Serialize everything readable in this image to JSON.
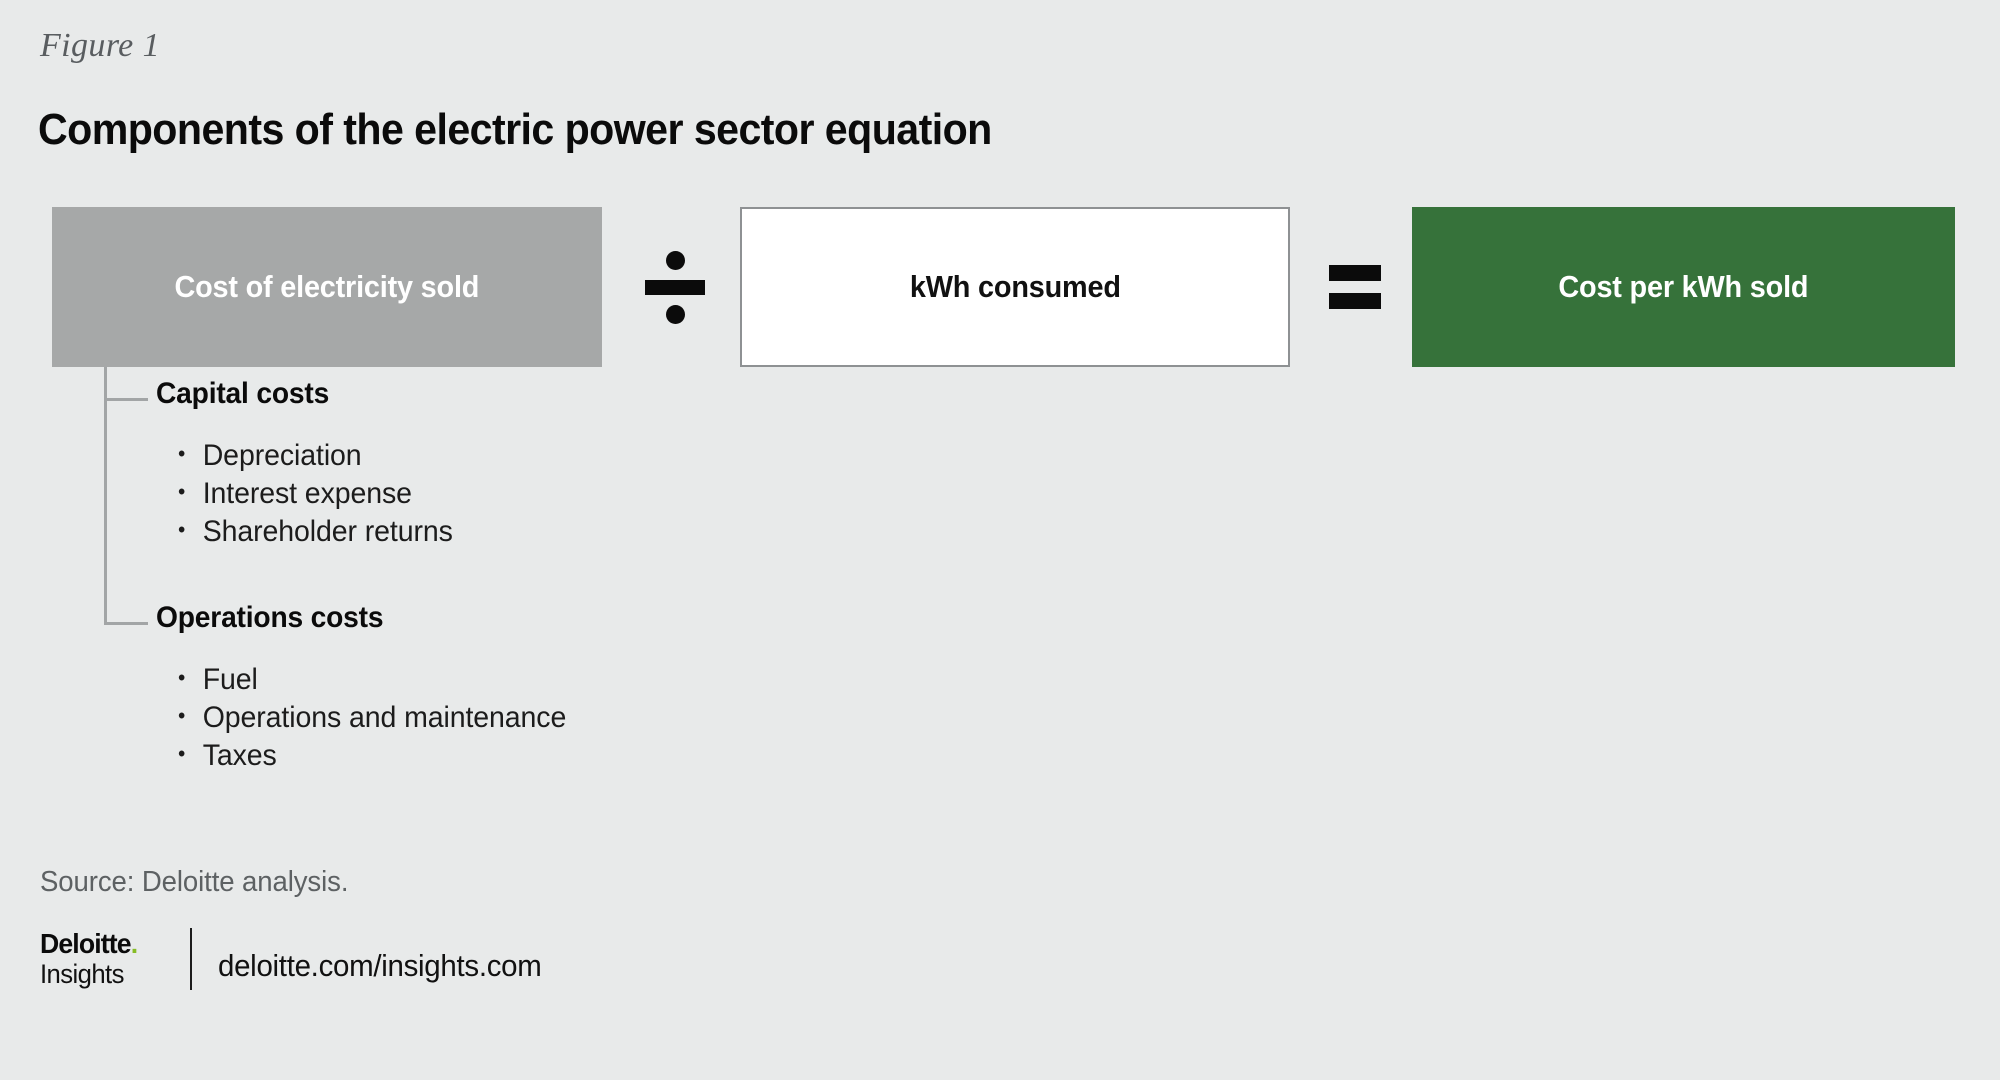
{
  "figure": {
    "label": "Figure 1",
    "title": "Components of the electric power sector equation"
  },
  "colors": {
    "background": "#e8eaea",
    "numerator_box": "#a6a8a8",
    "denominator_box": "#ffffff",
    "denominator_border": "#8e9193",
    "result_box": "#36723a",
    "bracket": "#a2a5a6",
    "brand_green": "#86bc25",
    "label_gray": "#595d60"
  },
  "equation": {
    "numerator": {
      "label": "Cost of electricity sold"
    },
    "operator_divide": {
      "icon": "divide-icon",
      "symbol": "÷"
    },
    "denominator": {
      "label": "kWh consumed"
    },
    "operator_equals": {
      "icon": "equals-icon",
      "symbol": "="
    },
    "result": {
      "label": "Cost per kWh sold"
    }
  },
  "breakdown": {
    "groups": [
      {
        "heading": "Capital costs",
        "items": [
          "Depreciation",
          "Interest expense",
          "Shareholder returns"
        ]
      },
      {
        "heading": "Operations costs",
        "items": [
          "Fuel",
          "Operations and maintenance",
          "Taxes"
        ]
      }
    ]
  },
  "footer": {
    "source": "Source: Deloitte analysis.",
    "brand_name": "Deloitte",
    "brand_dot": ".",
    "brand_sub": "Insights",
    "url": "deloitte.com/insights.com"
  }
}
